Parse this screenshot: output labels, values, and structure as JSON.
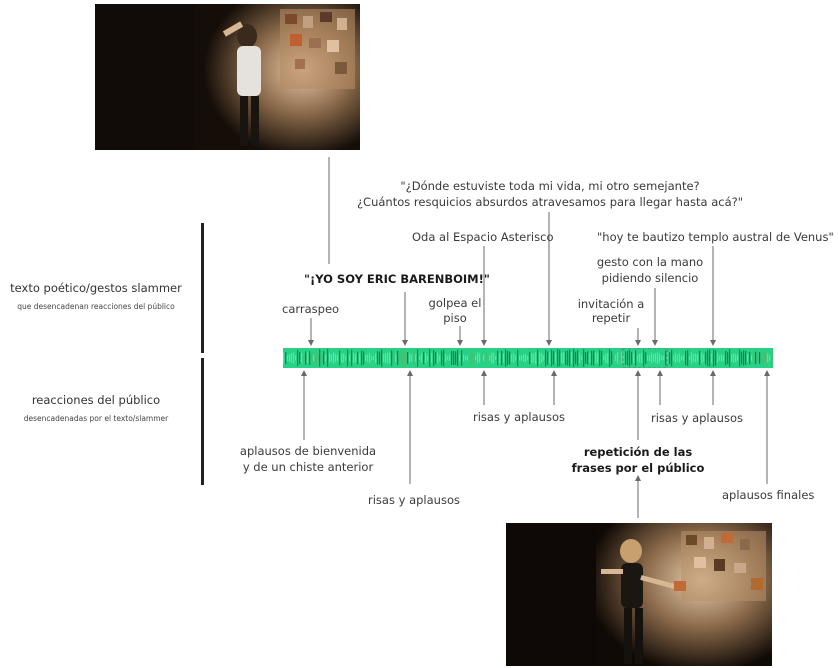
{
  "left_labels": {
    "top_title": "texto poético/gestos slammer",
    "top_sub": "que desencadenan reacciones del público",
    "bottom_title": "reacciones del público",
    "bottom_sub": "desencadenadas por el texto/slammer"
  },
  "top_annotations": {
    "carraspeo": "carraspeo",
    "eric": "\"¡YO SOY ERIC BARENBOIM!\"",
    "golpea": "golpea el\npiso",
    "oda": "Oda al Espacio Asterisco",
    "donde": "\"¿Dónde estuviste toda mi vida, mi otro semejante?\n¿Cuántos resquicios absurdos atravesamos para llegar hasta acá?\"",
    "invitacion": "invitación a\nrepetir",
    "gesto": "gesto con la mano\npidiendo silencio",
    "bautizo": "\"hoy te bautizo templo austral de Venus\""
  },
  "bottom_annotations": {
    "bienvenida": "aplausos de bienvenida\ny de un chiste anterior",
    "risas1": "risas y aplausos",
    "risas2": "risas y aplausos",
    "repeticion": "repetición de las\nfrases por el público",
    "risas3": "risas y aplausos",
    "finales": "aplausos finales"
  },
  "colors": {
    "timeline_green": "#27d186",
    "timeline_dark": "#1f6b4a",
    "timeline_orange": "#c98a2e",
    "arrow": "#6a6a6a"
  }
}
